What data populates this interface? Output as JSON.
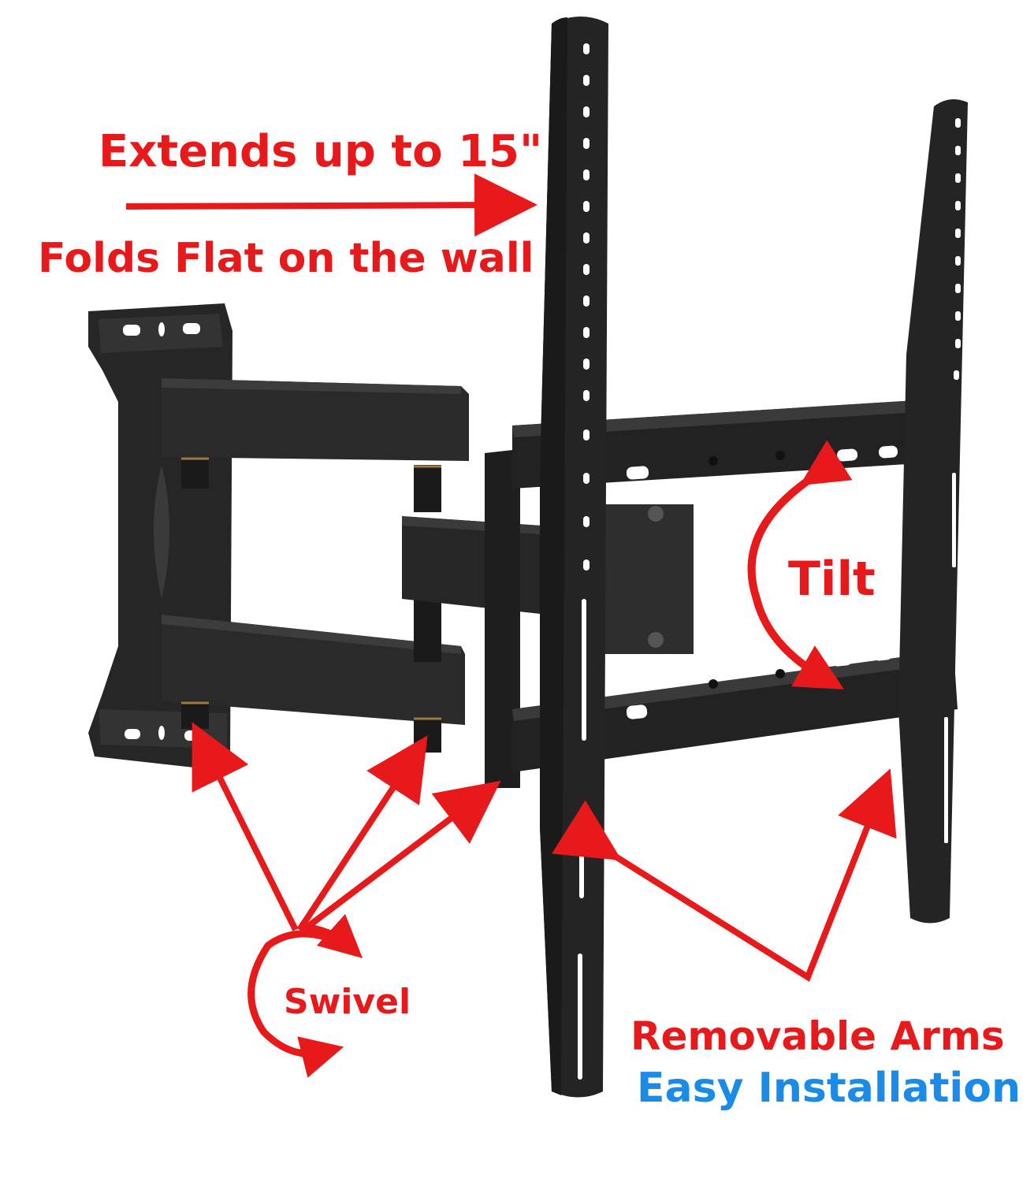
{
  "colors": {
    "annotation_red": "#e8191b",
    "annotation_blue": "#1a8be6",
    "metal_dark": "#1f1f1f",
    "metal_mid": "#2b2b2b",
    "metal_face": "#333333",
    "hole": "#ffffff",
    "brass": "#a07840"
  },
  "annotations": {
    "extends": "Extends up to 15\"",
    "folds": "Folds Flat on the wall",
    "tilt": "Tilt",
    "swivel": "Swivel",
    "removable": "Removable Arms",
    "easy": "Easy Installation"
  },
  "icons": [
    "extend-arrow-icon",
    "tilt-arrow-icon",
    "swivel-arrow-icon",
    "pointer-arrow-icon"
  ]
}
